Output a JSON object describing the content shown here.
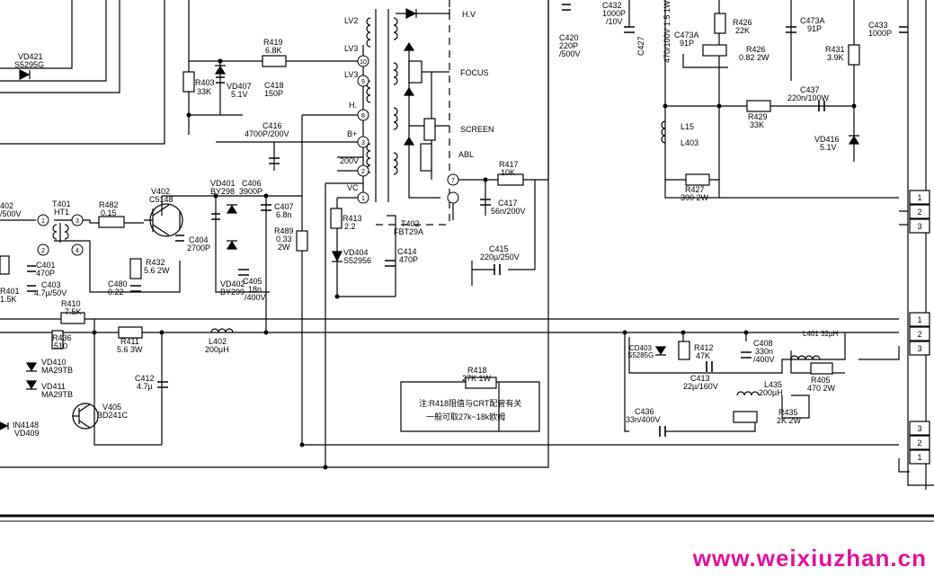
{
  "watermark": "www.weixiuzhan.cn",
  "note": {
    "line1": "注:R418阻值与CRT配管有关",
    "line2": "一般可取27k~18k欧姆"
  },
  "colors": {
    "ink": "#000000",
    "watermark": "#e0129a"
  },
  "labels": [
    {
      "id": "vd421",
      "text": "VD421"
    },
    {
      "id": "s5295g",
      "text": "S5295G"
    },
    {
      "id": "lv2",
      "text": "LV2"
    },
    {
      "id": "lv3a",
      "text": "LV3"
    },
    {
      "id": "lv3b",
      "text": "LV3"
    },
    {
      "id": "r419",
      "text": "R419"
    },
    {
      "id": "r419v",
      "text": "6.8K"
    },
    {
      "id": "r403",
      "text": "R403"
    },
    {
      "id": "r403v",
      "text": "33K"
    },
    {
      "id": "vd407",
      "text": "VD407"
    },
    {
      "id": "vd407v",
      "text": "5.1V"
    },
    {
      "id": "c418",
      "text": "C418"
    },
    {
      "id": "c418v",
      "text": "150P"
    },
    {
      "id": "hv",
      "text": "H.V"
    },
    {
      "id": "focus",
      "text": "FOCUS"
    },
    {
      "id": "screen",
      "text": "SCREEN"
    },
    {
      "id": "abl",
      "text": "ABL"
    },
    {
      "id": "hdot",
      "text": "H."
    },
    {
      "id": "bplus",
      "text": "B+"
    },
    {
      "id": "v200",
      "text": "200V"
    },
    {
      "id": "vc",
      "text": "VC"
    },
    {
      "id": "c416",
      "text": "C416"
    },
    {
      "id": "c416v",
      "text": "4700P/200V"
    },
    {
      "id": "c420",
      "text": "C420"
    },
    {
      "id": "c420a",
      "text": "220P"
    },
    {
      "id": "c420b",
      "text": "/500V"
    },
    {
      "id": "c432",
      "text": "C432"
    },
    {
      "id": "c432a",
      "text": "1000P"
    },
    {
      "id": "c432b",
      "text": "/10V"
    },
    {
      "id": "c427",
      "text": "C427"
    },
    {
      "id": "c427v",
      "text": "470/100V 1.5 1W"
    },
    {
      "id": "c473a1",
      "text": "C473A"
    },
    {
      "id": "c473a1v",
      "text": "91P"
    },
    {
      "id": "r426a",
      "text": "R426"
    },
    {
      "id": "r426av",
      "text": "22K"
    },
    {
      "id": "r426b",
      "text": "R426"
    },
    {
      "id": "r426bv",
      "text": "0.82 2W"
    },
    {
      "id": "c473a2",
      "text": "C473A"
    },
    {
      "id": "c473a2v",
      "text": "91P"
    },
    {
      "id": "r431",
      "text": "R431"
    },
    {
      "id": "r431v",
      "text": "3.9K"
    },
    {
      "id": "c433",
      "text": "C433"
    },
    {
      "id": "c433v",
      "text": "1000P"
    },
    {
      "id": "c437",
      "text": "C437"
    },
    {
      "id": "c437v",
      "text": "220n/100W"
    },
    {
      "id": "r429",
      "text": "R429"
    },
    {
      "id": "r429v",
      "text": "33K"
    },
    {
      "id": "l15",
      "text": "L15"
    },
    {
      "id": "l403",
      "text": "L403"
    },
    {
      "id": "vd416",
      "text": "VD416"
    },
    {
      "id": "vd416v",
      "text": "5.1V"
    },
    {
      "id": "r427",
      "text": "R427"
    },
    {
      "id": "r427v",
      "text": "390 2W"
    },
    {
      "id": "r417",
      "text": "R417"
    },
    {
      "id": "r417v",
      "text": "10K"
    },
    {
      "id": "c417",
      "text": "C417"
    },
    {
      "id": "c417v",
      "text": "56n/200V"
    },
    {
      "id": "t402",
      "text": "T402"
    },
    {
      "id": "fbt",
      "text": "FBT29A"
    },
    {
      "id": "r413",
      "text": "R413"
    },
    {
      "id": "r413v",
      "text": "2.2"
    },
    {
      "id": "c415",
      "text": "C415"
    },
    {
      "id": "c415v",
      "text": "220µ/250V"
    },
    {
      "id": "vd404",
      "text": "VD404"
    },
    {
      "id": "vd404v",
      "text": "S52956"
    },
    {
      "id": "c414",
      "text": "C414"
    },
    {
      "id": "c414v",
      "text": "470P"
    },
    {
      "id": "c407",
      "text": "C407"
    },
    {
      "id": "c407v",
      "text": "6.8n"
    },
    {
      "id": "r489",
      "text": "R489"
    },
    {
      "id": "r489a",
      "text": "0.33"
    },
    {
      "id": "r489b",
      "text": "2W"
    },
    {
      "id": "vd401",
      "text": "VD401"
    },
    {
      "id": "vd401v",
      "text": "BY298"
    },
    {
      "id": "c406",
      "text": "C406"
    },
    {
      "id": "c406v",
      "text": "3900P"
    },
    {
      "id": "v402",
      "text": "V402"
    },
    {
      "id": "v402v",
      "text": "C5148"
    },
    {
      "id": "c404",
      "text": "C404"
    },
    {
      "id": "c404v",
      "text": "2700P"
    },
    {
      "id": "vd402",
      "text": "VD402"
    },
    {
      "id": "vd402v",
      "text": "BY299"
    },
    {
      "id": "c405",
      "text": "C405"
    },
    {
      "id": "c405a",
      "text": "18n"
    },
    {
      "id": "c405b",
      "text": "/400V"
    },
    {
      "id": "r402",
      "text": "402"
    },
    {
      "id": "r402v",
      "text": "/500V"
    },
    {
      "id": "t401",
      "text": "T401"
    },
    {
      "id": "t401v",
      "text": "HT1"
    },
    {
      "id": "r482",
      "text": "R482"
    },
    {
      "id": "r482v",
      "text": "0.15"
    },
    {
      "id": "c401",
      "text": "C401"
    },
    {
      "id": "c401v",
      "text": "470P"
    },
    {
      "id": "r432",
      "text": "R432"
    },
    {
      "id": "r432v",
      "text": "5.6 2W"
    },
    {
      "id": "c480",
      "text": "C480"
    },
    {
      "id": "c480v",
      "text": "0.22"
    },
    {
      "id": "c403",
      "text": "C403"
    },
    {
      "id": "c403v",
      "text": "4.7µ/50V"
    },
    {
      "id": "r401",
      "text": "R401"
    },
    {
      "id": "r401v",
      "text": "1.5K"
    },
    {
      "id": "r410",
      "text": "R410"
    },
    {
      "id": "r410v",
      "text": "7.5K"
    },
    {
      "id": "r436",
      "text": "R436"
    },
    {
      "id": "r436v",
      "text": "510"
    },
    {
      "id": "vd410",
      "text": "VD410"
    },
    {
      "id": "vd410v",
      "text": "MA29TB"
    },
    {
      "id": "vd411",
      "text": "VD411"
    },
    {
      "id": "vd411v",
      "text": "MA29TB"
    },
    {
      "id": "r411",
      "text": "R411"
    },
    {
      "id": "r411v",
      "text": "5.6 3W"
    },
    {
      "id": "l402",
      "text": "L402"
    },
    {
      "id": "l402v",
      "text": "200µH"
    },
    {
      "id": "c412",
      "text": "C412"
    },
    {
      "id": "c412v",
      "text": "4.7µ"
    },
    {
      "id": "v405",
      "text": "V405"
    },
    {
      "id": "v405v",
      "text": "BD241C"
    },
    {
      "id": "in4148",
      "text": "IN4148"
    },
    {
      "id": "vd409",
      "text": "VD409"
    },
    {
      "id": "r418",
      "text": "R418"
    },
    {
      "id": "r418v",
      "text": "27K 1W"
    },
    {
      "id": "cd403",
      "text": "CD403"
    },
    {
      "id": "cd403v",
      "text": "S5285G"
    },
    {
      "id": "r412",
      "text": "R412"
    },
    {
      "id": "r412v",
      "text": "47K"
    },
    {
      "id": "c408",
      "text": "C408"
    },
    {
      "id": "c408a",
      "text": "330n"
    },
    {
      "id": "c408b",
      "text": "/400V"
    },
    {
      "id": "l401",
      "text": "L401 32µH"
    },
    {
      "id": "c413",
      "text": "C413"
    },
    {
      "id": "c413v",
      "text": "22µ/160V"
    },
    {
      "id": "l435",
      "text": "L435"
    },
    {
      "id": "l435v",
      "text": "200µH"
    },
    {
      "id": "r405",
      "text": "R405"
    },
    {
      "id": "r405v",
      "text": "470 2W"
    },
    {
      "id": "c436",
      "text": "C436"
    },
    {
      "id": "c436v",
      "text": "33n/400V"
    },
    {
      "id": "r435",
      "text": "R435"
    },
    {
      "id": "r435v",
      "text": "2K 2W"
    }
  ],
  "pins": [
    "1",
    "2",
    "3",
    "1",
    "2",
    "3",
    "3",
    "2",
    "1"
  ],
  "t402_pins": [
    "10",
    "9",
    "8",
    "3",
    "2",
    "1"
  ],
  "t401_pins": [
    "1",
    "2",
    "3",
    "4"
  ],
  "dot_pin": "7"
}
